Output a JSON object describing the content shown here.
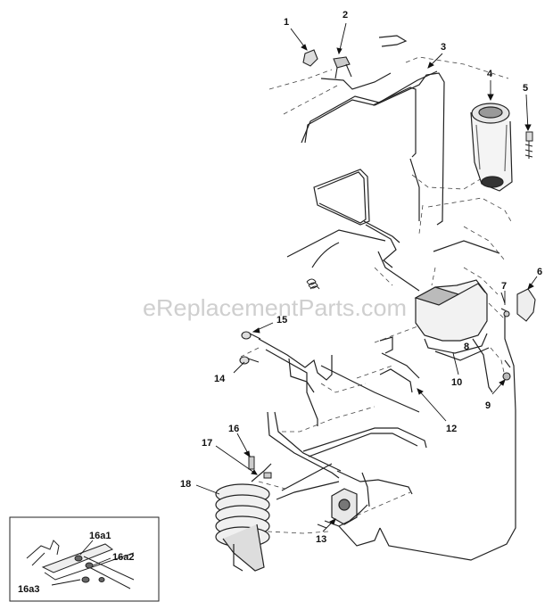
{
  "watermark": "eReplacementParts.com",
  "callouts": [
    {
      "id": "1",
      "label": "1"
    },
    {
      "id": "2",
      "label": "2"
    },
    {
      "id": "3",
      "label": "3"
    },
    {
      "id": "4",
      "label": "4"
    },
    {
      "id": "5",
      "label": "5"
    },
    {
      "id": "6",
      "label": "6"
    },
    {
      "id": "7",
      "label": "7"
    },
    {
      "id": "8",
      "label": "8"
    },
    {
      "id": "9",
      "label": "9"
    },
    {
      "id": "10",
      "label": "10"
    },
    {
      "id": "12",
      "label": "12"
    },
    {
      "id": "13",
      "label": "13"
    },
    {
      "id": "14",
      "label": "14"
    },
    {
      "id": "15",
      "label": "15"
    },
    {
      "id": "16",
      "label": "16"
    },
    {
      "id": "17",
      "label": "17"
    },
    {
      "id": "18",
      "label": "18"
    }
  ],
  "inset": {
    "callouts": [
      {
        "id": "16a1",
        "label": "16a1"
      },
      {
        "id": "16a2",
        "label": "16a2"
      },
      {
        "id": "16a3",
        "label": "16a3"
      }
    ]
  }
}
